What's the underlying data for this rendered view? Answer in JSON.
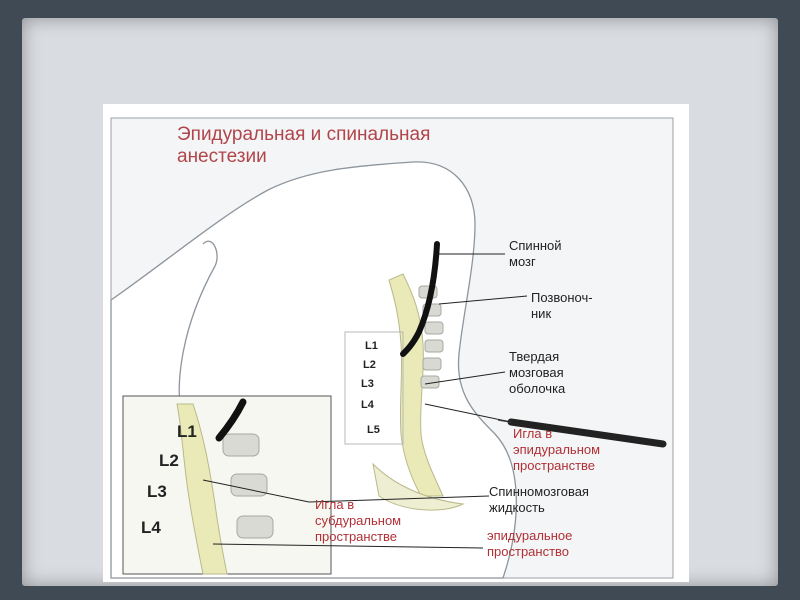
{
  "title": {
    "line1": "Эпидуральная и спинальная",
    "line2": "анестезии"
  },
  "labels": {
    "spinal_cord": [
      "Спинной",
      "мозг"
    ],
    "spine": [
      "Позвоноч-",
      "ник"
    ],
    "dura": [
      "Твердая",
      "мозговая",
      "оболочка"
    ],
    "needle_epidural": [
      "Игла в",
      "эпидуральном",
      "пространстве"
    ],
    "csf": [
      "Спинномозговая",
      "жидкость"
    ],
    "needle_subdural": [
      "Игла в",
      "субдуральном",
      "пространстве"
    ],
    "epidural_space": [
      "эпидуральное",
      "пространство"
    ]
  },
  "vertebrae_small": [
    "L1",
    "L2",
    "L3",
    "L4",
    "L5"
  ],
  "vertebrae_inset": [
    "L1",
    "L2",
    "L3",
    "L4"
  ],
  "colors": {
    "slide_bg": "#3f4a55",
    "title_red": "#b0454a",
    "label_red": "#b03036",
    "spine_yellow": "#e9eab8"
  }
}
